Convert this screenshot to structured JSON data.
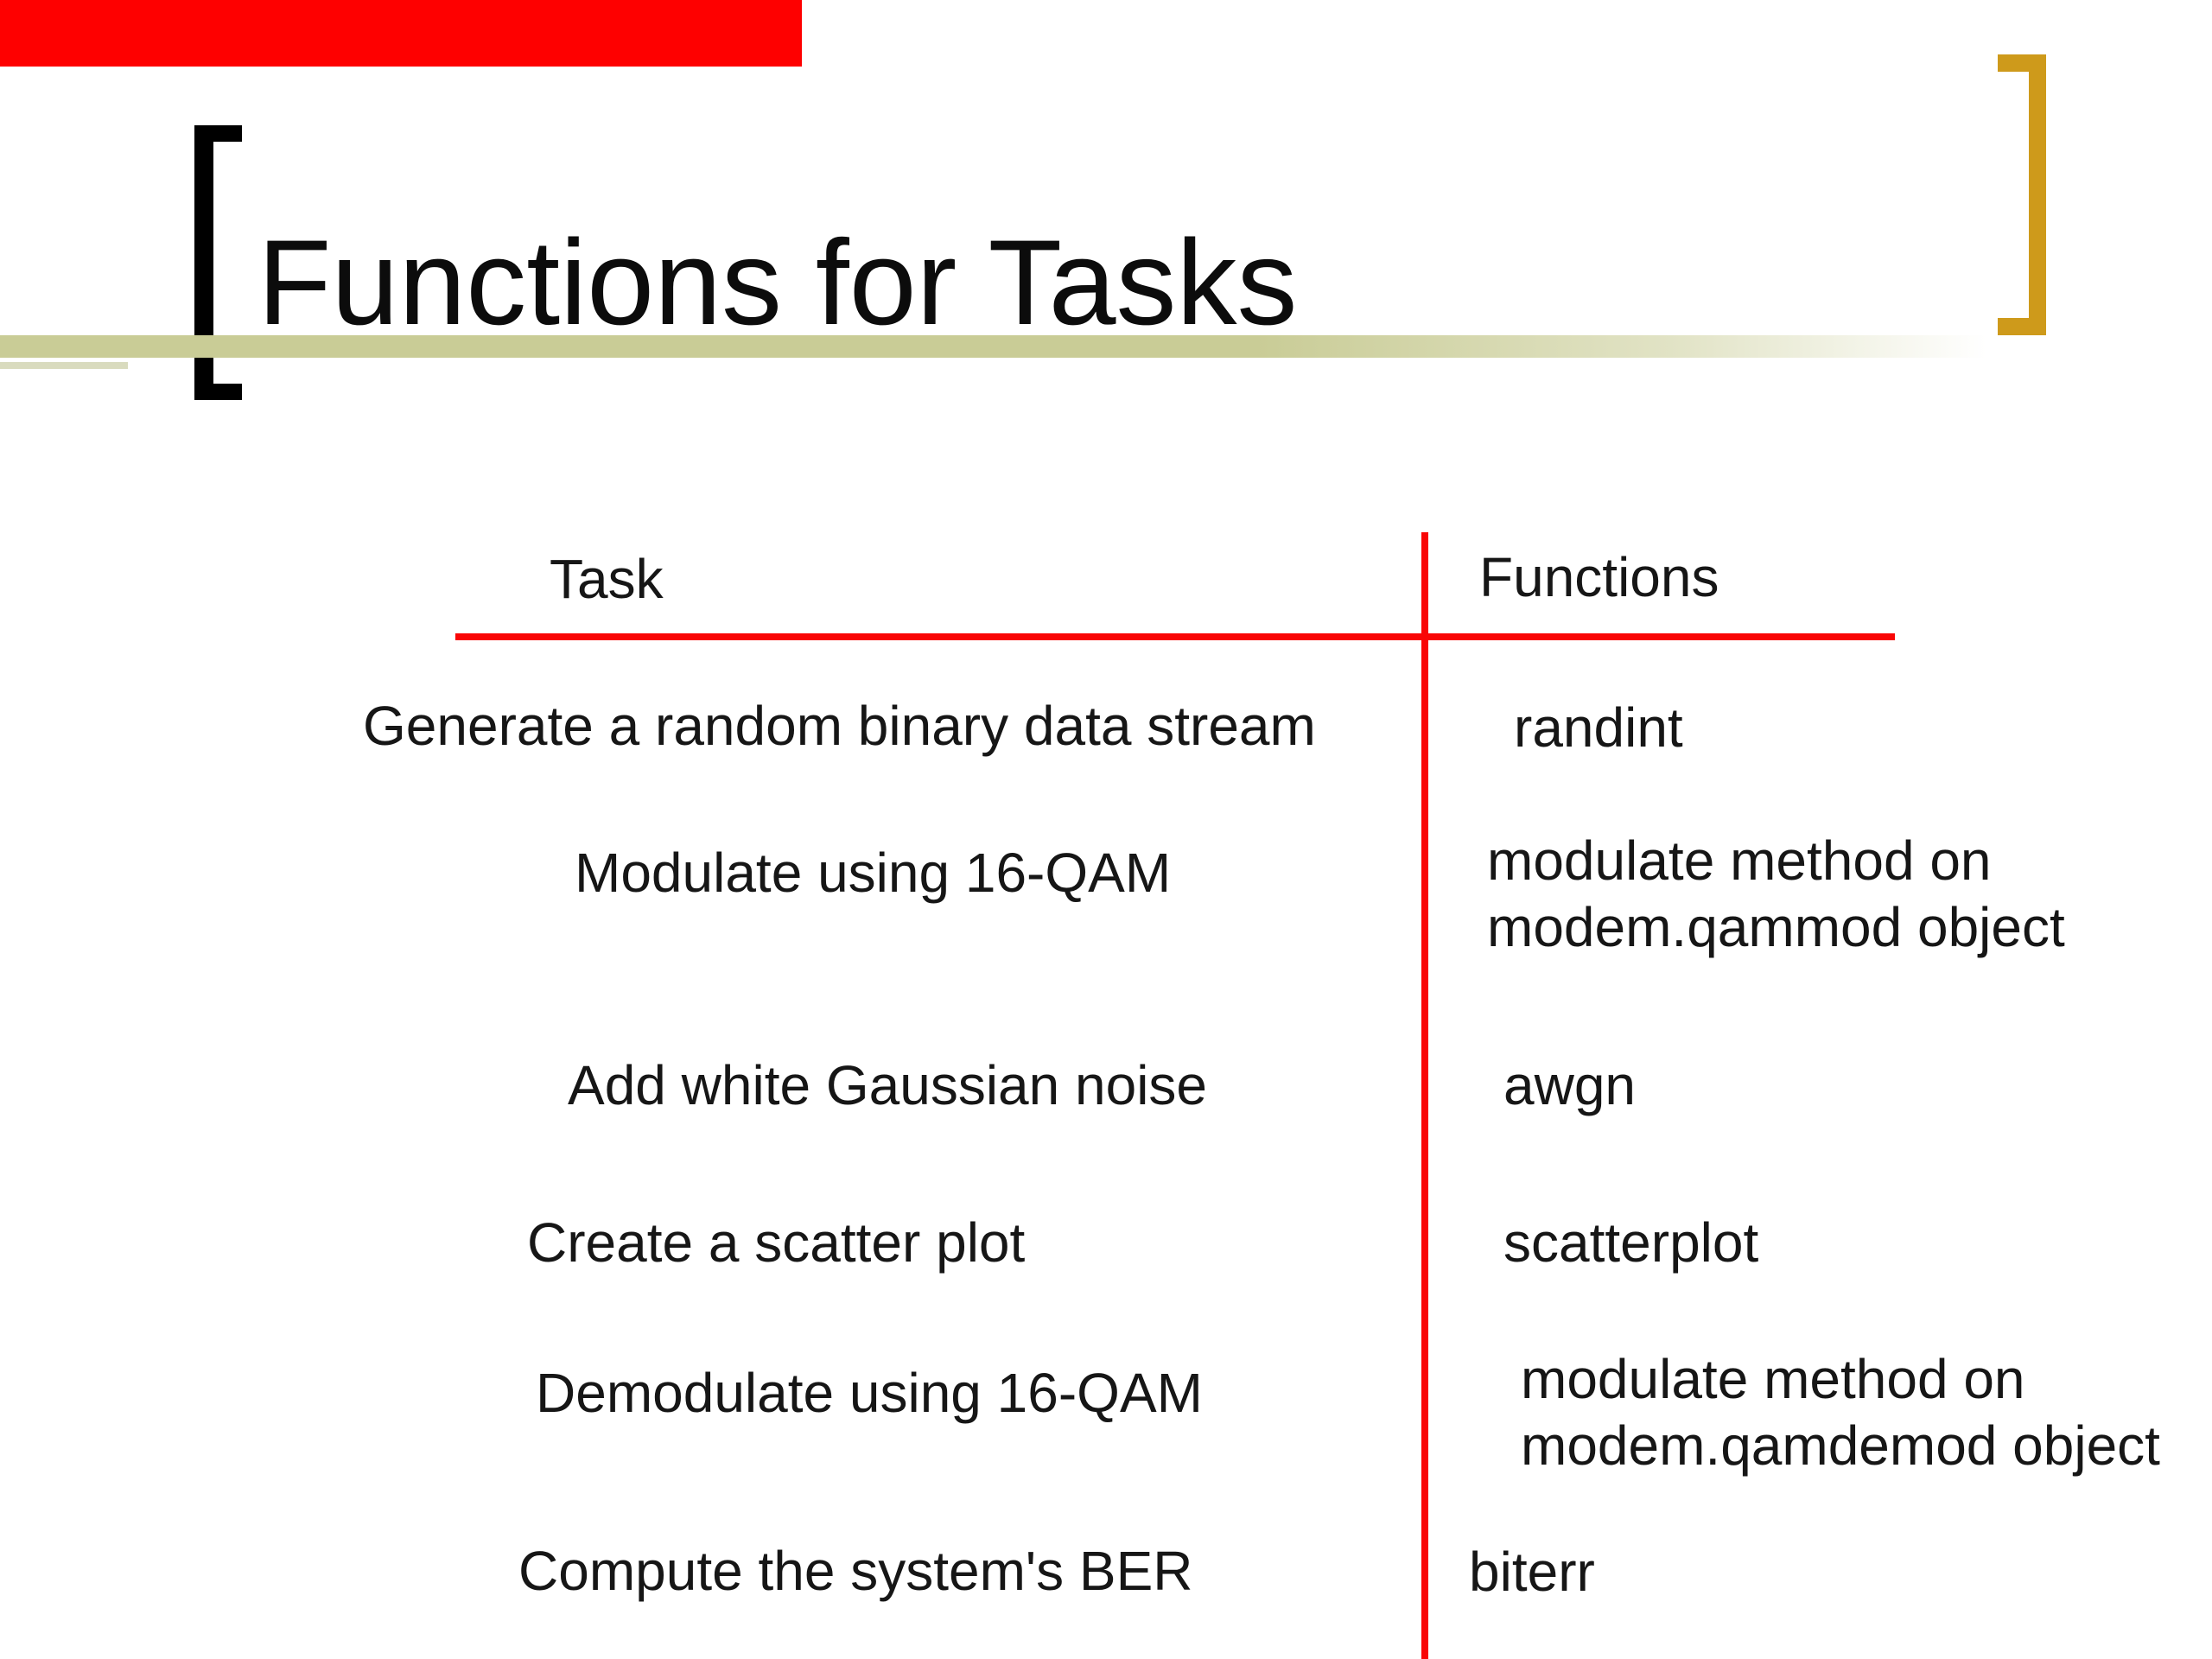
{
  "slide": {
    "title": "Functions for Tasks",
    "table": {
      "headers": {
        "task": "Task",
        "functions": "Functions"
      },
      "rows": [
        {
          "task": "Generate a random binary data stream",
          "functions": [
            "randint"
          ]
        },
        {
          "task": "Modulate using 16-QAM",
          "functions": [
            "modulate method on",
            "modem.qammod object"
          ]
        },
        {
          "task": "Add white Gaussian noise",
          "functions": [
            "awgn"
          ]
        },
        {
          "task": "Create a scatter plot",
          "functions": [
            "scatterplot"
          ]
        },
        {
          "task": "Demodulate using 16-QAM",
          "functions": [
            "modulate method on",
            "modem.qamdemod object"
          ]
        },
        {
          "task": "Compute the system's BER",
          "functions": [
            "biterr"
          ]
        }
      ]
    }
  },
  "colors": {
    "banner-red": "#fe0000",
    "rule-red": "#f90606",
    "gold": "#ce9a1b",
    "olive": "#c9cc96",
    "text": "#141414"
  }
}
